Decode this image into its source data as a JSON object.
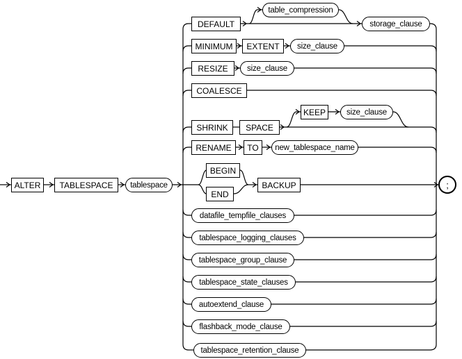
{
  "diagram": {
    "title": "ALTER TABLESPACE syntax diagram",
    "colors": {
      "line": "#000000",
      "background": "#ffffff",
      "text": "#000000"
    },
    "nodes": {
      "alter": "ALTER",
      "tablespace_kw": "TABLESPACE",
      "tablespace_param": "tablespace",
      "default_kw": "DEFAULT",
      "table_compression": "table_compression",
      "storage_clause": "storage_clause",
      "minimum_kw": "MINIMUM",
      "extent_kw": "EXTENT",
      "size_clause": "size_clause",
      "resize_kw": "RESIZE",
      "coalesce_kw": "COALESCE",
      "shrink_kw": "SHRINK",
      "space_kw": "SPACE",
      "keep_kw": "KEEP",
      "rename_kw": "RENAME",
      "to_kw": "TO",
      "new_tablespace_name": "new_tablespace_name",
      "begin_kw": "BEGIN",
      "end_kw": "END",
      "backup_kw": "BACKUP",
      "datafile_tempfile_clauses": "datafile_tempfile_clauses",
      "tablespace_logging_clauses": "tablespace_logging_clauses",
      "tablespace_group_clause": "tablespace_group_clause",
      "tablespace_state_clauses": "tablespace_state_clauses",
      "autoextend_clause": "autoextend_clause",
      "flashback_mode_clause": "flashback_mode_clause",
      "tablespace_retention_clause": "tablespace_retention_clause",
      "terminator": ";"
    },
    "structure": {
      "entry": "ALTER TABLESPACE tablespace",
      "alternatives": [
        "DEFAULT [ table_compression ] storage_clause",
        "MINIMUM EXTENT size_clause",
        "RESIZE size_clause",
        "COALESCE",
        "SHRINK SPACE [ KEEP size_clause ]",
        "RENAME TO new_tablespace_name",
        "( BEGIN | END ) BACKUP",
        "datafile_tempfile_clauses",
        "tablespace_logging_clauses",
        "tablespace_group_clause",
        "tablespace_state_clauses",
        "autoextend_clause",
        "flashback_mode_clause",
        "tablespace_retention_clause"
      ],
      "exit": ";"
    }
  }
}
